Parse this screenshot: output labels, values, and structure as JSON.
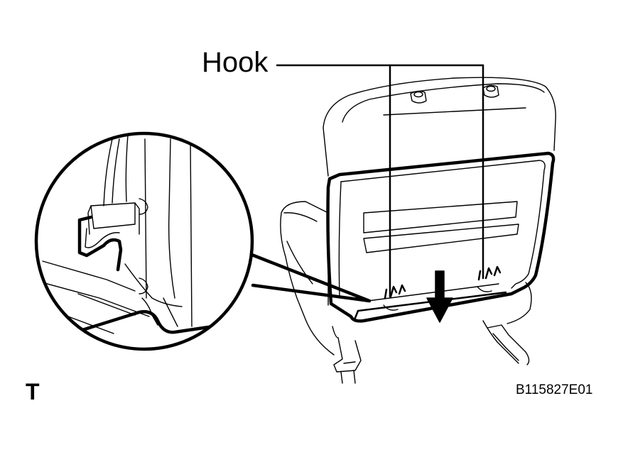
{
  "labels": {
    "hook": "Hook",
    "corner_letter": "T",
    "figure_id": "B115827E01"
  },
  "colors": {
    "line": "#000000",
    "background": "#ffffff"
  },
  "icons": {
    "removal_direction": "arrow-down-icon"
  }
}
